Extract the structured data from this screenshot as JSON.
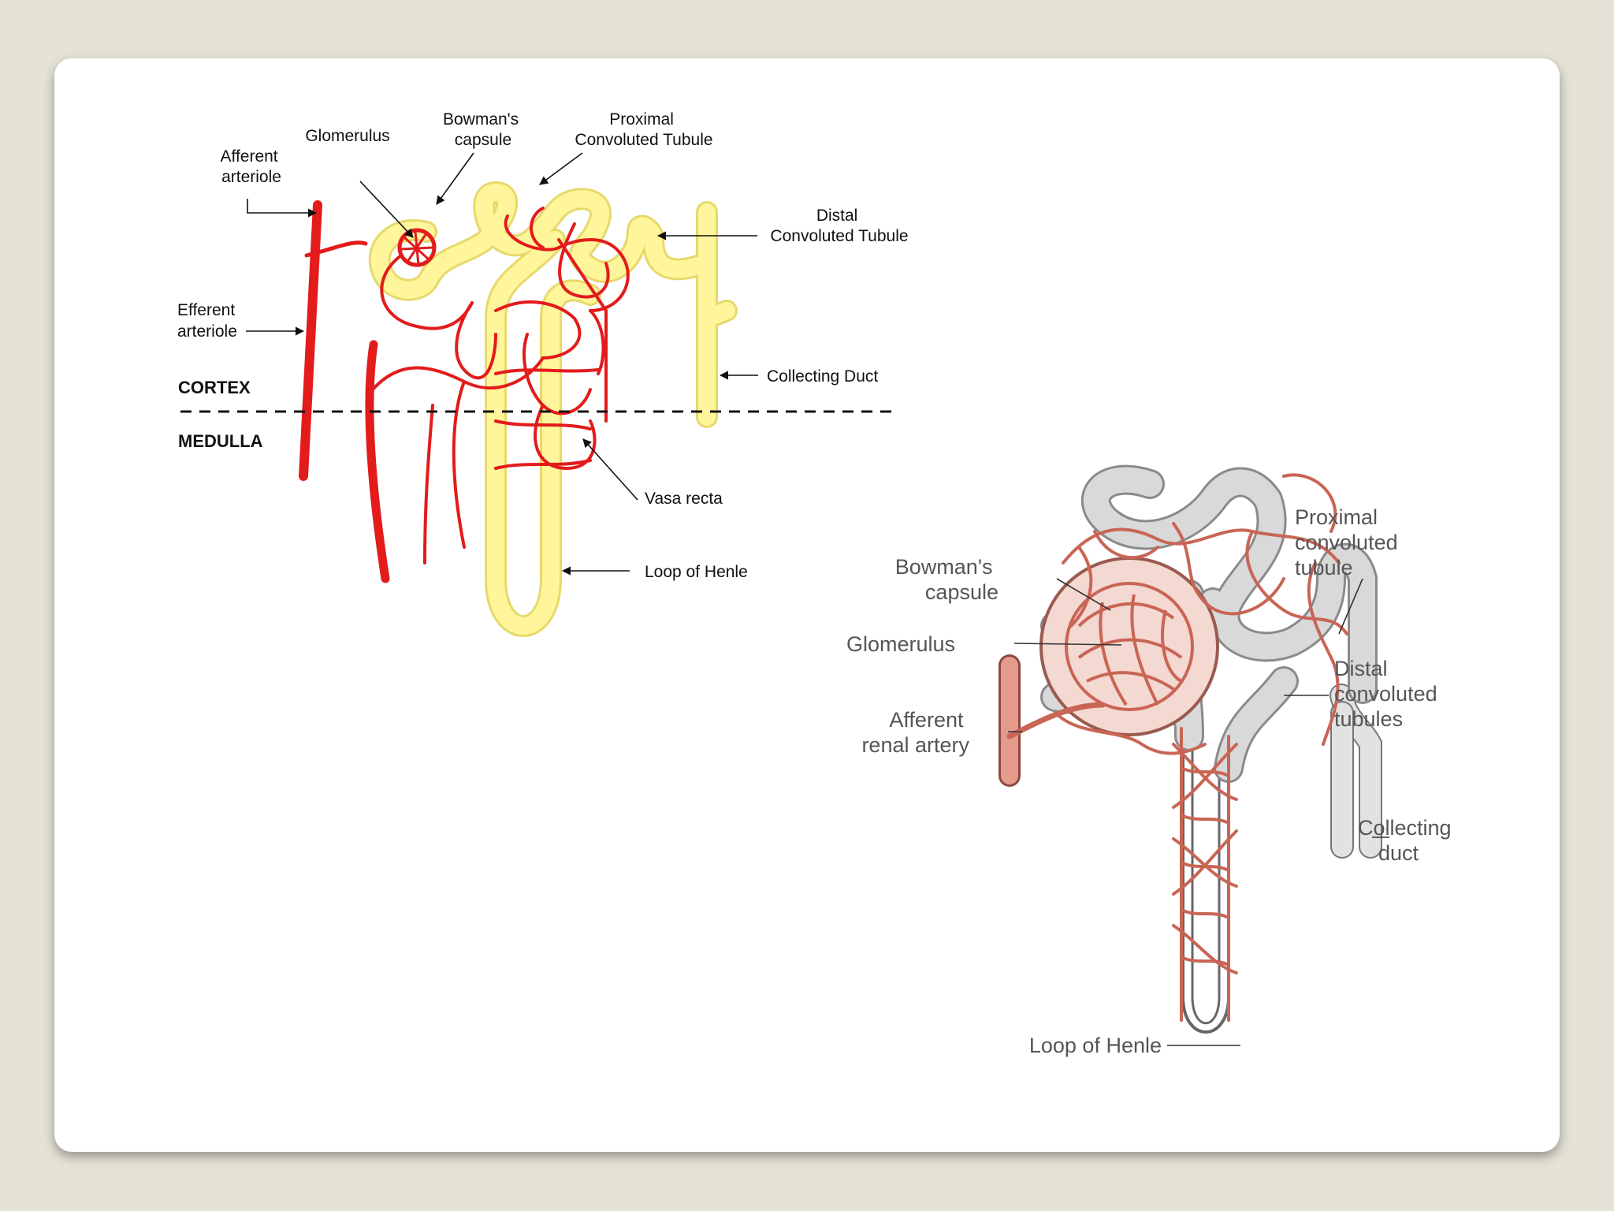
{
  "diagram1": {
    "labels": {
      "afferent_arteriole": [
        "Afferent",
        "arteriole"
      ],
      "glomerulus": "Glomerulus",
      "bowmans_capsule": [
        "Bowman's",
        "capsule"
      ],
      "proximal_tubule": [
        "Proximal",
        "Convoluted Tubule"
      ],
      "distal_tubule": [
        "Distal",
        "Convoluted Tubule"
      ],
      "efferent_arteriole": [
        "Efferent",
        "arteriole"
      ],
      "collecting_duct": "Collecting Duct",
      "cortex": "CORTEX",
      "medulla": "MEDULLA",
      "vasa_recta": "Vasa recta",
      "loop_of_henle": "Loop of Henle"
    },
    "colors": {
      "vessel": "#e31b1b",
      "tubule": "#fff59a"
    }
  },
  "diagram2": {
    "labels": {
      "bowmans_capsule": [
        "Bowman's",
        "capsule"
      ],
      "glomerulus": "Glomerulus",
      "afferent_renal_artery": [
        "Afferent",
        "renal artery"
      ],
      "proximal_tubule": [
        "Proximal",
        "convoluted",
        "tubule"
      ],
      "distal_tubules": [
        "Distal",
        "convoluted",
        "tubules"
      ],
      "collecting_duct": [
        "Collecting",
        "duct"
      ],
      "loop_of_henle": "Loop of Henle"
    },
    "colors": {
      "vessel": "#d9786a",
      "tubule": "#cfcfcf"
    }
  }
}
